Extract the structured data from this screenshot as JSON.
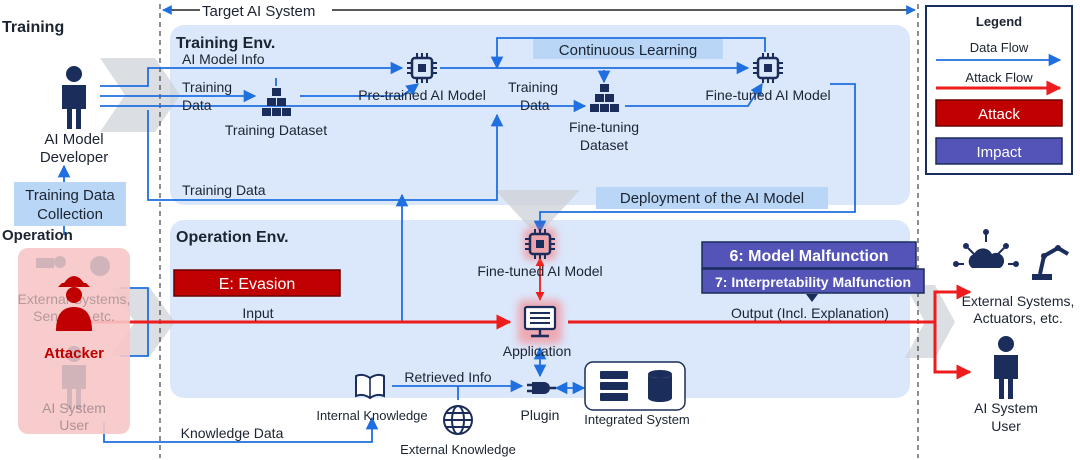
{
  "header": {
    "training": "Training",
    "operation": "Operation",
    "target_system": "Target AI System"
  },
  "envs": {
    "training": "Training Env.",
    "operation": "Operation Env."
  },
  "labels": {
    "ai_model_info": "AI Model Info",
    "training_data_1": "Training",
    "training_data_2": "Data",
    "training_dataset": "Training Dataset",
    "pretrained_model": "Pre-trained AI Model",
    "training_data_b1": "Training",
    "training_data_b2": "Data",
    "finetuning_dataset_1": "Fine-tuning",
    "finetuning_dataset_2": "Dataset",
    "finetuned_model_top": "Fine-tuned AI Model",
    "continuous_learning": "Continuous Learning",
    "training_data_line": "Training Data",
    "deployment": "Deployment of the AI Model",
    "training_data_collection_1": "Training Data",
    "training_data_collection_2": "Collection",
    "finetuned_model_op": "Fine-tuned AI Model",
    "input": "Input",
    "application": "Application",
    "output": "Output (Incl. Explanation)",
    "retrieved_info": "Retrieved Info",
    "plugin": "Plugin",
    "integrated_system": "Integrated System",
    "internal_knowledge": "Internal Knowledge",
    "external_knowledge": "External Knowledge",
    "knowledge_data": "Knowledge Data"
  },
  "actors": {
    "developer_1": "AI Model",
    "developer_2": "Developer",
    "attacker": "Attacker",
    "ext_systems_left_1": "External Systems,",
    "ext_systems_left_2": "Sensors, etc.",
    "ai_user_left_1": "AI System",
    "ai_user_left_2": "User",
    "ext_systems_right_1": "External Systems,",
    "ext_systems_right_2": "Actuators, etc.",
    "ai_user_right_1": "AI System",
    "ai_user_right_2": "User"
  },
  "attack": {
    "evasion": "E: Evasion"
  },
  "impacts": {
    "model_malfunction": "6: Model Malfunction",
    "interpretability_malfunction": "7: Interpretability Malfunction"
  },
  "legend": {
    "title": "Legend",
    "data_flow": "Data Flow",
    "attack_flow": "Attack Flow",
    "attack": "Attack",
    "impact": "Impact"
  },
  "colors": {
    "data_flow": "#1f6fe0",
    "attack_flow": "#ee1c1c",
    "attack_box": "#c00000",
    "impact_box": "#5353b8",
    "env_bg": "#dbe7fb",
    "label_box": "#b9d6f7",
    "icon": "#1b2d5a"
  }
}
